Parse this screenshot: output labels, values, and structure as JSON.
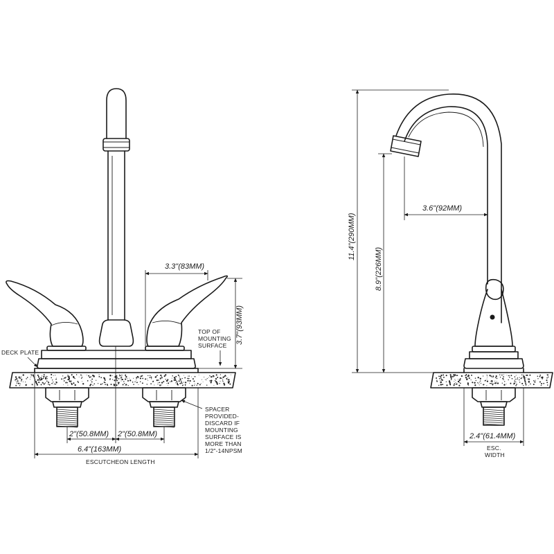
{
  "labels": {
    "deck_plate": "DECK PLATE",
    "top_mounting": [
      "TOP OF",
      "MOUNTING",
      "SURFACE"
    ],
    "spacer_note": [
      "SPACER",
      "PROVIDED-",
      "DISCARD IF",
      "MOUNTING",
      "SURFACE IS",
      "MORE THAN",
      "1/2\"-14NPSM"
    ],
    "escutcheon_length": "ESCUTCHEON LENGTH",
    "esc_width": [
      "ESC.",
      "WIDTH"
    ]
  },
  "dimensions": {
    "handle_spread": "3.3\"(83MM)",
    "handle_height": "3.7\"(93MM)",
    "center_left": "2\"(50.8MM)",
    "center_right": "2\"(50.8MM)",
    "escutcheon": "6.4\"(163MM)",
    "overall_height": "11.4\"(290MM)",
    "spout_height": "8.9\"(226MM)",
    "spout_reach": "3.6\"(92MM)",
    "esc_width": "2.4\"(61.4MM)"
  }
}
